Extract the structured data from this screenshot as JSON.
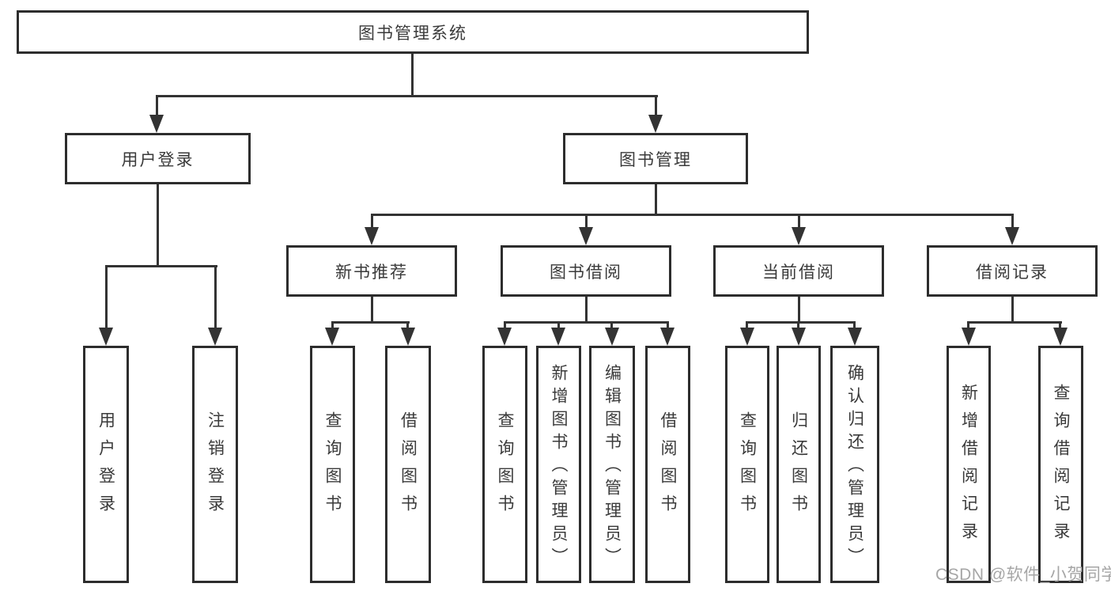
{
  "tree": {
    "root": {
      "label": "图书管理系统"
    },
    "user_login": {
      "label": "用户登录",
      "children": [
        {
          "label": "用户登录"
        },
        {
          "label": "注销登录"
        }
      ]
    },
    "book_mgmt": {
      "label": "图书管理",
      "groups": [
        {
          "label": "新书推荐",
          "children": [
            {
              "label": "查询图书"
            },
            {
              "label": "借阅图书"
            }
          ]
        },
        {
          "label": "图书借阅",
          "children": [
            {
              "label": "查询图书"
            },
            {
              "label": "新增图书（管理员）"
            },
            {
              "label": "编辑图书（管理员）"
            },
            {
              "label": "借阅图书"
            }
          ]
        },
        {
          "label": "当前借阅",
          "children": [
            {
              "label": "查询图书"
            },
            {
              "label": "归还图书"
            },
            {
              "label": "确认归还（管理员）"
            }
          ]
        },
        {
          "label": "借阅记录",
          "children": [
            {
              "label": "新增借阅记录"
            },
            {
              "label": "查询借阅记录"
            }
          ]
        }
      ]
    }
  },
  "watermark": {
    "text": "CSDN @软件_小贺同学",
    "color": "#a6a6a6"
  },
  "colors": {
    "line": "#333333",
    "border": "#2d2d2d",
    "text": "#3a3a3a",
    "background": "#ffffff"
  }
}
